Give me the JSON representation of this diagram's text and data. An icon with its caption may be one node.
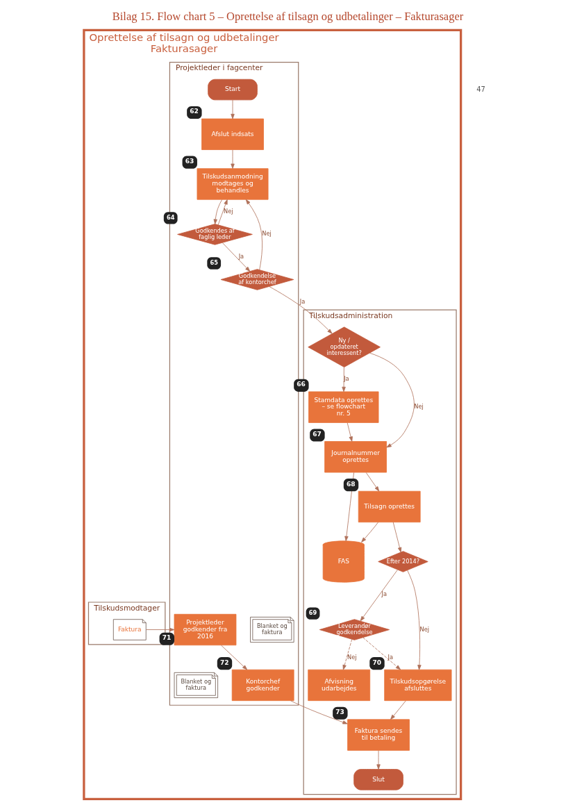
{
  "diagram": {
    "title": "Bilag 15. Flow chart 5 – Oprettelse af tilsagn og udbetalinger – Fakturasager",
    "nodes": [
      {
        "text": [
          "Oprettelse af tilsagn og udbetalinger",
          "Fakturasager"
        ]
      },
      {
        "text": [
          "Tilskudsmodtager"
        ],
        "in": 0
      },
      {
        "text": [
          "Projektleder i fagcenter"
        ],
        "in": 0
      },
      {
        "text": [
          "Tilskudsadministration"
        ],
        "in": 0
      },
      {
        "text": [
          "Faktura"
        ],
        "in": 1
      },
      {
        "text": [
          "Start"
        ],
        "in": 2
      },
      {
        "text": [
          "Afslut indsats"
        ],
        "in": 2,
        "beside": [
          "62"
        ]
      },
      {
        "text": [
          "Tilskudsanmodning modtages og behandles"
        ],
        "in": 2,
        "beside": [
          "63"
        ]
      },
      {
        "text": [
          "Godkendes af faglig leder"
        ],
        "in": 2,
        "beside": [
          "64"
        ]
      },
      {
        "text": [
          "Godkendelse af kontorchef"
        ],
        "in": 2,
        "beside": [
          "65"
        ]
      },
      {
        "text": [
          "Blanket og faktura"
        ],
        "in": 2
      },
      {
        "text": [
          "Projektleder godkender fra 2016"
        ],
        "in": 2,
        "beside": [
          "71"
        ]
      },
      {
        "text": [
          "Blanket og faktura"
        ],
        "in": 2
      },
      {
        "text": [
          "Kontorchef godkender"
        ],
        "in": 2,
        "beside": [
          "72"
        ]
      },
      {
        "text": [
          "Ny / opdateret interessent?"
        ],
        "in": 3
      },
      {
        "text": [
          "Stamdata oprettes – se flowchart nr. 5"
        ],
        "in": 3,
        "beside": [
          "66"
        ]
      },
      {
        "text": [
          "Journalnummer oprettes"
        ],
        "in": 3,
        "beside": [
          "67"
        ]
      },
      {
        "text": [
          "FAS"
        ],
        "in": 3
      },
      {
        "text": [
          "Tilsagn oprettes"
        ],
        "in": 3,
        "beside": [
          "68"
        ]
      },
      {
        "text": [
          "Efter 2014?"
        ],
        "in": 3
      },
      {
        "text": [
          "Leverandør godkendelse"
        ],
        "in": 3,
        "beside": [
          "69"
        ]
      },
      {
        "text": [
          "Afvisning udarbejdes"
        ],
        "in": 3
      },
      {
        "text": [
          "Tilskudsopgørelse afsluttes"
        ],
        "in": 3,
        "beside": [
          "70"
        ]
      },
      {
        "text": [
          "Faktura sendes til betaling"
        ],
        "in": 3,
        "beside": [
          "73"
        ]
      },
      {
        "text": [
          "Slut"
        ],
        "in": 3
      }
    ],
    "edges": [
      {
        "from": 5,
        "to": 6,
        "arrow": "to"
      },
      {
        "from": 6,
        "to": 7,
        "arrow": "to"
      },
      {
        "from": 7,
        "to": 8,
        "arrow": "to"
      },
      {
        "from": 8,
        "to": 9,
        "arrow": "to",
        "label": "Ja"
      },
      {
        "from": 8,
        "to": 7,
        "arrow": "to",
        "label": "Nej"
      },
      {
        "from": 9,
        "to": 7,
        "arrow": "to",
        "label": "Nej"
      },
      {
        "from": 9,
        "to": 14,
        "arrow": "to",
        "label": "Ja"
      },
      {
        "from": 14,
        "to": 15,
        "arrow": "to",
        "label": "Ja"
      },
      {
        "from": 14,
        "to": 16,
        "arrow": "to",
        "label": "Nej"
      },
      {
        "from": 15,
        "to": 16,
        "arrow": "to"
      },
      {
        "from": 16,
        "to": 17,
        "arrow": "to"
      },
      {
        "from": 16,
        "to": 18,
        "arrow": "to"
      },
      {
        "from": 18,
        "to": 17,
        "arrow": "to"
      },
      {
        "from": 18,
        "to": 19,
        "arrow": "to"
      },
      {
        "from": 19,
        "to": 20,
        "arrow": "to",
        "label": "Ja"
      },
      {
        "from": 19,
        "to": 22,
        "arrow": "to",
        "label": "Nej"
      },
      {
        "from": 20,
        "to": 21,
        "arrow": "to",
        "label": "Nej",
        "style": "dashed"
      },
      {
        "from": 20,
        "to": 22,
        "arrow": "to",
        "label": "Ja",
        "style": "dashed"
      },
      {
        "from": 22,
        "to": 23,
        "arrow": "to"
      },
      {
        "from": 23,
        "to": 24,
        "arrow": "to"
      },
      {
        "from": 4,
        "to": 11,
        "arrow": "to"
      },
      {
        "from": 11,
        "to": 13,
        "arrow": "to"
      },
      {
        "from": 13,
        "to": 23,
        "arrow": "to"
      }
    ],
    "labels": [
      "47"
    ]
  }
}
